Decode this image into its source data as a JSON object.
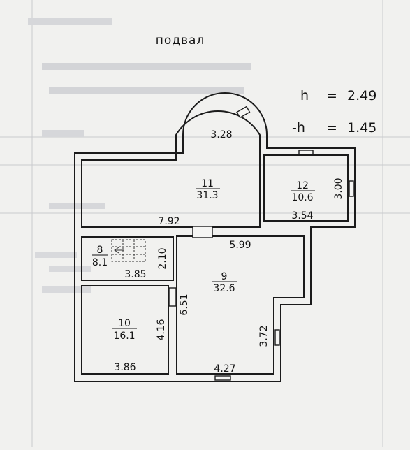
{
  "header": {
    "title": "подвал"
  },
  "heights": {
    "h_label": "h",
    "h_value": "2.49",
    "neg_h_label": "-h",
    "neg_h_value": "1.45"
  },
  "rooms": {
    "room_11": {
      "number": "11",
      "area": "31.3"
    },
    "room_12": {
      "number": "12",
      "area": "10.6"
    },
    "room_8": {
      "number": "8",
      "area": "8.1"
    },
    "room_9": {
      "number": "9",
      "area": "32.6"
    },
    "room_10": {
      "number": "10",
      "area": "16.1"
    }
  },
  "dimensions": {
    "d_3_28": "3.28",
    "d_7_92": "7.92",
    "d_3_00": "3.00",
    "d_3_54": "3.54",
    "d_5_99": "5.99",
    "d_2_10": "2.10",
    "d_3_85": "3.85",
    "d_6_51": "6.51",
    "d_4_16": "4.16",
    "d_3_72": "3.72",
    "d_3_86": "3.86",
    "d_4_27": "4.27"
  },
  "colors": {
    "paper": "#f1f1ef",
    "ink": "#1b1b1b",
    "bleed": "#a9aab0"
  }
}
